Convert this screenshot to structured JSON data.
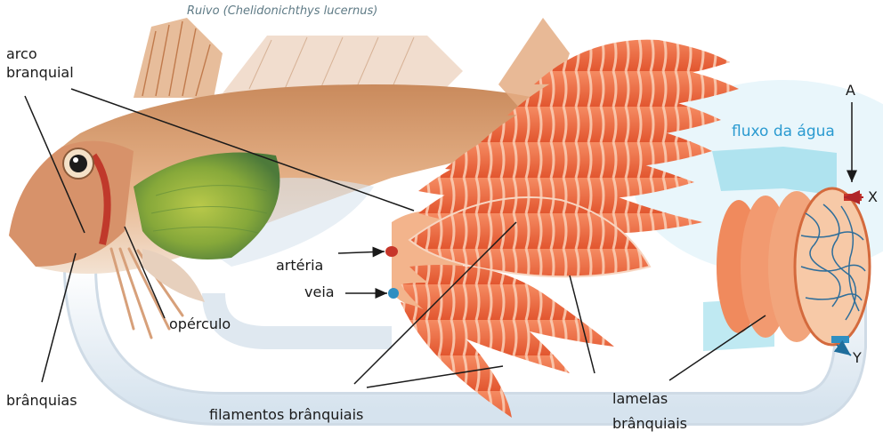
{
  "caption": "Ruivo (Chelidonichthys lucernus)",
  "labels": {
    "arco_branquial_1": "arco",
    "arco_branquial_2": "branquial",
    "branquias": "brânquias",
    "operculo": "opérculo",
    "arteria": "artéria",
    "veia": "veia",
    "filamentos": "filamentos brânquiais",
    "lamelas_1": "lamelas",
    "lamelas_2": "brânquiais",
    "fluxo": "fluxo da água",
    "A": "A",
    "X": "X",
    "Y": "Y"
  },
  "colors": {
    "filament": "#ef6f45",
    "filament_stripe": "#f9c0a2",
    "fish_body": "#d79b6f",
    "gill_green": "#9bb338",
    "artery": "#c7362a",
    "vein": "#2f8fc2",
    "water": "#6fcbe0",
    "tube": "#eef3f8"
  }
}
